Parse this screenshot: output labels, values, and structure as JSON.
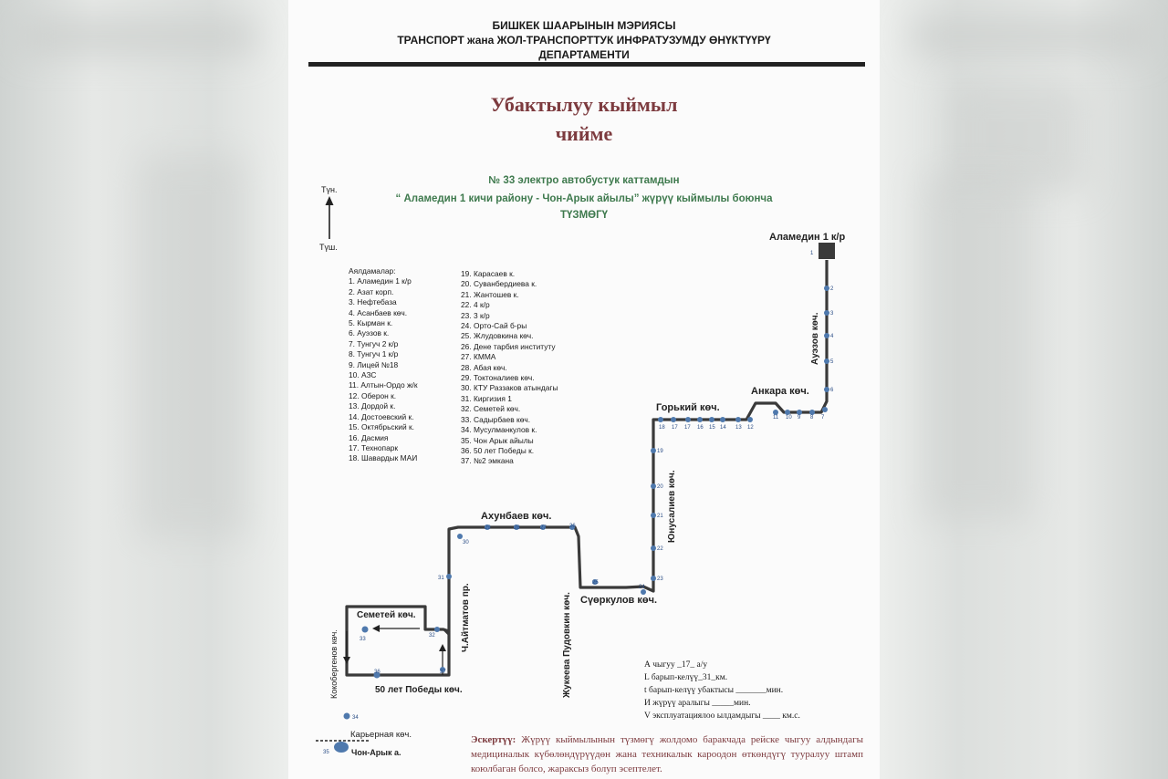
{
  "header": {
    "line1": "БИШКЕК ШААРЫНЫН МЭРИЯСЫ",
    "line2": "ТРАНСПОРТ жана ЖОЛ-ТРАНСПОРТТУК ИНФРАТУЗУМДУ ӨНҮКТҮҮРҮ",
    "line3": "ДЕПАРТАМЕНТИ"
  },
  "title": {
    "line1": "Убактылуу кыймыл",
    "line2": "чийме"
  },
  "subtitle": {
    "line1": "№ 33 электро автобустук каттамдын",
    "line2": "“ Аламедин 1 кичи району  - Чон-Арык айылы” жүрүү кыймылы боюнча",
    "line3": "ТҮЗМӨГҮ"
  },
  "compass": {
    "north": "Түн.",
    "south": "Түш."
  },
  "stops_title": "Аялдамалар:",
  "stops_left": [
    "1. Аламедин 1 к/р",
    "2. Азат корп.",
    "3. Нефтебаза",
    "4. Асанбаев көч.",
    "5. Кырман к.",
    "6. Ауэзов к.",
    "7. Тунгуч 2 к/р",
    "8. Тунгуч 1 к/р",
    "9. Лицей №18",
    "10. АЗС",
    "11. Алтын-Ордо ж/к",
    "12. Оберон к.",
    "13. Дордой к.",
    "14. Достоевский к.",
    "15. Октябрьский к.",
    "16. Дасмия",
    "17. Технопарк",
    "18. Шавардык МАИ"
  ],
  "stops_right": [
    "19. Карасаев к.",
    "20. Суванбердиева к.",
    "21. Жантошев к.",
    "22. 4 к/р",
    "23. 3 к/р",
    "24. Орто-Сай б-ры",
    "25. Жлудовкина көч.",
    "26. Дене тарбия институту",
    "27. КММА",
    "28. Абая көч.",
    "29. Токтоналиев көч.",
    "30. КТУ Раззаков атындагы",
    "31. Киргизия 1",
    "32. Семетей көч.",
    "33. Садырбаев көч.",
    "34. Мусулманкулов к.",
    "35. Чон Арык айылы",
    "36. 50 лет Победы к.",
    "37. №2 эмкана"
  ],
  "map": {
    "terminal_top": "Аламедин 1 к/р",
    "terminal_bottom": "Чон-Арык а.",
    "streets": {
      "auezov": "Ауэзов көч.",
      "ankara": "Анкара көч.",
      "gorky": "Горький көч.",
      "yunusaliev": "Юнусалиев көч.",
      "ahunbaev": "Ахунбаев көч.",
      "zhukeeva": "Жукеева Пудовкин көч.",
      "suyorkulov": "Сүөркулов көч.",
      "aitmatov": "Ч.Айтматов пр.",
      "semetey": "Семетей көч.",
      "pobedy": "50 лет Победы көч.",
      "koko": "Кокобергенов көч.",
      "karyer": "Карьерная көч."
    }
  },
  "stats": {
    "l1": "А чыгуу _17_ а/у",
    "l2": "L барып-келүү_31_км.",
    "l3": "t барып-келүү убактысы _______мин.",
    "l4": "И жүрүү аралыгы _____мин.",
    "l5": "V эксплуатациялоо ылдамдыгы ____ км.с."
  },
  "note": {
    "label": "Эскертүү:",
    "text": " Жүрүү кыймылынын түзмөгү жолдомо баракчада рейске чыгуу алдындагы медициналык күбөлөндүрүүдөн жана техникалык кароодон өткөндүгү тууралуу штамп коюлбаган болсо, жараксыз болуп эсептелет."
  }
}
